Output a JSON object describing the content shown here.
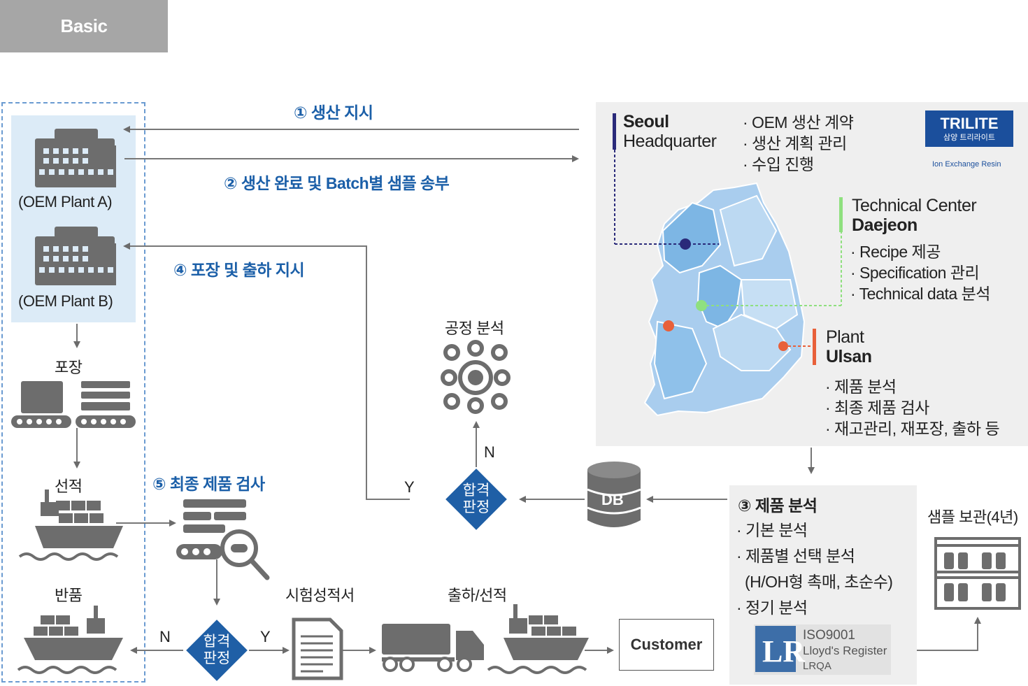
{
  "tab": "Basic",
  "flow": {
    "step1": "① 생산 지시",
    "step2": "② 생산 완료 및 Batch별 샘플 송부",
    "step4": "④ 포장 및 출하 지시",
    "step5": "⑤ 최종 제품 검사"
  },
  "oem": {
    "plant_a": "(OEM Plant A)",
    "plant_b": "(OEM Plant B)"
  },
  "left_steps": {
    "packing": "포장",
    "shipping": "선적",
    "returns": "반품"
  },
  "bottom": {
    "certificate": "시험성적서",
    "dispatch": "출하/선적",
    "customer": "Customer",
    "decision_n": "N",
    "decision_y": "Y"
  },
  "decision": {
    "line1": "합격",
    "line2": "판정"
  },
  "process_analysis": "공정 분석",
  "mid_decision": {
    "n": "N",
    "y": "Y"
  },
  "db": "DB",
  "seoul": {
    "line1": "Seoul",
    "line2": "Headquarter",
    "items": [
      "· OEM 생산 계약",
      "· 생산 계획 관리",
      "· 수입 진행"
    ]
  },
  "daejeon": {
    "line1": "Technical Center",
    "line2": "Daejeon",
    "items": [
      "· Recipe 제공",
      "· Specification 관리",
      "· Technical data 분석"
    ]
  },
  "ulsan": {
    "line1": "Plant",
    "line2": "Ulsan",
    "items": [
      "· 제품 분석",
      "· 최종 제품 검사",
      "· 재고관리, 재포장, 출하 등"
    ]
  },
  "trilite": {
    "brand": "TRILITE",
    "korean": "삼양 트리라이트",
    "tagline": "Ion Exchange Resin"
  },
  "analysis": {
    "title": "③ 제품 분석",
    "items": [
      "· 기본 분석",
      "· 제품별 선택 분석",
      "(H/OH형 촉매, 초순수)",
      "· 정기 분석"
    ]
  },
  "iso": {
    "line1": "ISO9001",
    "line2": "Lloyd's Register",
    "line3": "LRQA"
  },
  "sample_storage": "샘플 보관(4년)",
  "colors": {
    "accent_blue": "#1b5fa8",
    "diamond": "#1f5fa6",
    "seoul": "#2a2a7a",
    "daejeon": "#8fe07f",
    "ulsan": "#e8603a",
    "map": "#a9cdee",
    "icon_gray": "#6d6d6d"
  }
}
